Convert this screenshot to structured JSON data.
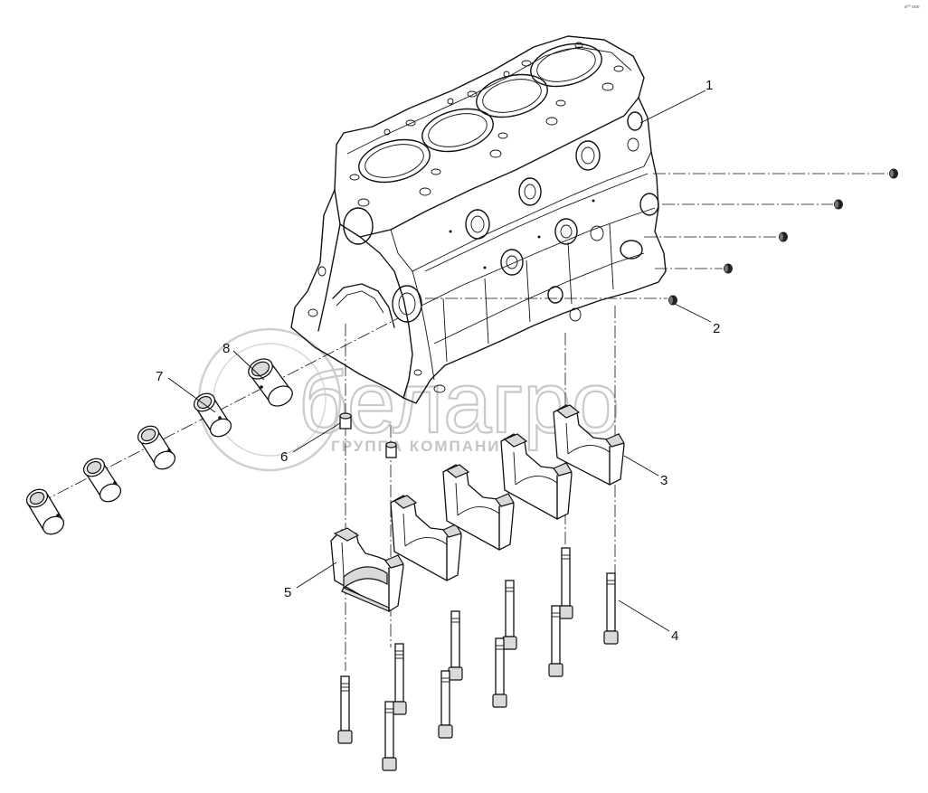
{
  "callouts": {
    "c1": "1",
    "c2": "2",
    "c3": "3",
    "c4": "4",
    "c5": "5",
    "c6": "6",
    "c7": "7",
    "c8": "8"
  },
  "watermark": {
    "brand": "белагро",
    "tagline": "ГРУППА КОМПАНИЙ"
  },
  "corner_mark": "a⁰⁰ ooo"
}
